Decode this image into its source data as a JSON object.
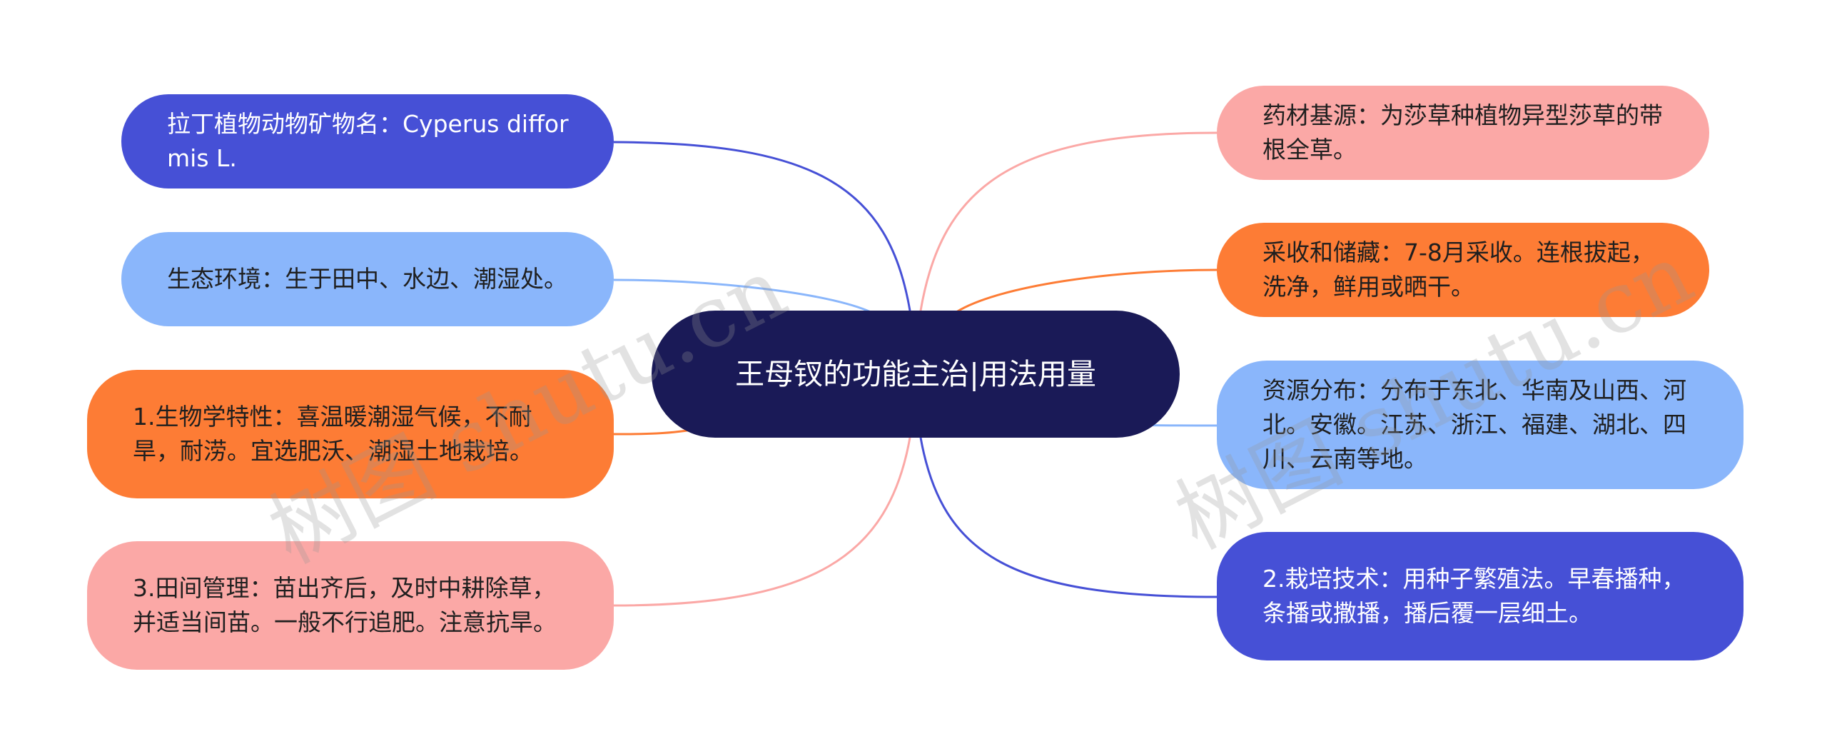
{
  "center": {
    "title": "王母钗的功能主治|用法用量"
  },
  "left_nodes": [
    {
      "text": "拉丁植物动物矿物名：Cyperus difformis L.",
      "color": "#4650d6"
    },
    {
      "text": "生态环境：生于田中、水边、潮湿处。",
      "color": "#8ab6fb"
    },
    {
      "text": "1.生物学特性：喜温暖潮湿气候，不耐旱，耐涝。宜选肥沃、潮湿土地栽培。",
      "color": "#fd7c35"
    },
    {
      "text": "3.田间管理：苗出齐后，及时中耕除草，并适当间苗。一般不行追肥。注意抗旱。",
      "color": "#fba8a6"
    }
  ],
  "right_nodes": [
    {
      "text": "药材基源：为莎草种植物异型莎草的带根全草。",
      "color": "#fba8a6"
    },
    {
      "text": "采收和储藏：7-8月采收。连根拔起，洗净，鲜用或晒干。",
      "color": "#fd7c35"
    },
    {
      "text": "资源分布：分布于东北、华南及山西、河北。安徽。江苏、浙江、福建、湖北、四川、云南等地。",
      "color": "#8ab6fb"
    },
    {
      "text": "2.栽培技术：用种子繁殖法。早春播种，条播或撒播，播后覆一层细土。",
      "color": "#4650d6"
    }
  ],
  "watermark": "树图 shutu.cn"
}
